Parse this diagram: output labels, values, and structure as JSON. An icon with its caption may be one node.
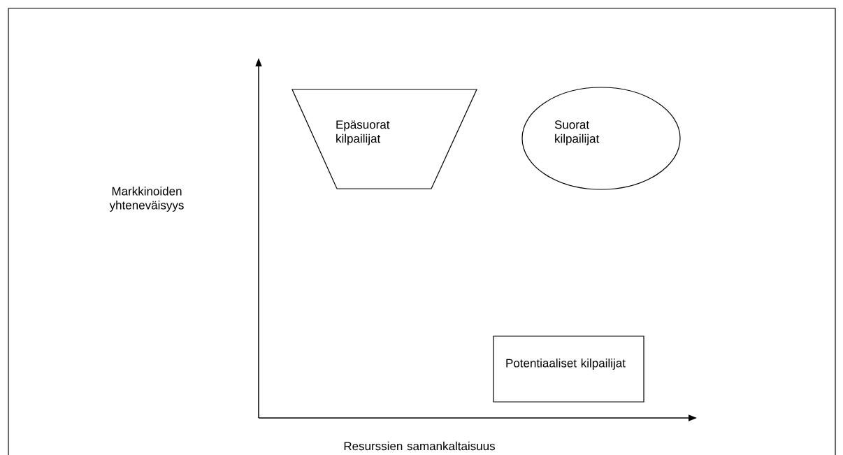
{
  "diagram": {
    "nodes": [
      {
        "text": [
          "Epäsuorat kilpailijat"
        ]
      },
      {
        "text": [
          "Suorat kilpailijat"
        ]
      },
      {
        "text": [
          "Potentiaaliset kilpailijat"
        ]
      }
    ],
    "labels": [
      "Markkinoiden yhteneväisyys",
      "Resurssien samankaltaisuus"
    ]
  }
}
